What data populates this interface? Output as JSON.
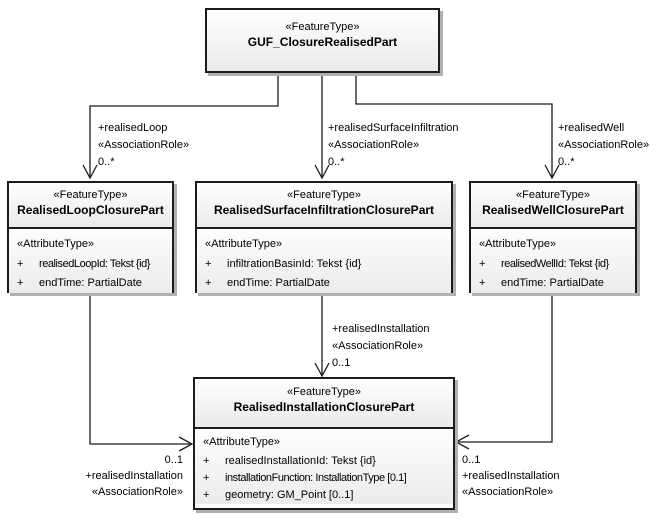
{
  "classes": {
    "guf": {
      "stereotype": "«FeatureType»",
      "name": "GUF_ClosureRealisedPart"
    },
    "loop": {
      "stereotype": "«FeatureType»",
      "name": "RealisedLoopClosurePart",
      "attr_stereotype": "«AttributeType»",
      "attributes": [
        {
          "vis": "+",
          "text": "realisedLoopId: Tekst {id}"
        },
        {
          "vis": "+",
          "text": "endTime: PartialDate"
        }
      ]
    },
    "surface": {
      "stereotype": "«FeatureType»",
      "name": "RealisedSurfaceInfiltrationClosurePart",
      "attr_stereotype": "«AttributeType»",
      "attributes": [
        {
          "vis": "+",
          "text": "infiltrationBasinId: Tekst {id}"
        },
        {
          "vis": "+",
          "text": "endTime: PartialDate"
        }
      ]
    },
    "well": {
      "stereotype": "«FeatureType»",
      "name": "RealisedWellClosurePart",
      "attr_stereotype": "«AttributeType»",
      "attributes": [
        {
          "vis": "+",
          "text": "realisedWellId: Tekst {id}"
        },
        {
          "vis": "+",
          "text": "endTime: PartialDate"
        }
      ]
    },
    "installation": {
      "stereotype": "«FeatureType»",
      "name": "RealisedInstallationClosurePart",
      "attr_stereotype": "«AttributeType»",
      "attributes": [
        {
          "vis": "+",
          "text": "realisedInstallationId: Tekst {id}"
        },
        {
          "vis": "+",
          "text": "installationFunction: InstallationType [0.1]"
        },
        {
          "vis": "+",
          "text": "geometry: GM_Point [0..1]"
        }
      ]
    }
  },
  "connectors": {
    "realisedLoop": {
      "role": "+realisedLoop",
      "stereotype": "«AssociationRole»",
      "multiplicity": "0..*"
    },
    "realisedSurfaceInfiltration": {
      "role": "+realisedSurfaceInfiltration",
      "stereotype": "«AssociationRole»",
      "multiplicity": "0..*"
    },
    "realisedWell": {
      "role": "+realisedWell",
      "stereotype": "«AssociationRole»",
      "multiplicity": "0..*"
    },
    "realisedInstallationCenter": {
      "role": "+realisedInstallation",
      "stereotype": "«AssociationRole»",
      "multiplicity": "0..1"
    },
    "realisedInstallationLeft": {
      "multiplicity": "0..1",
      "role": "+realisedInstallation",
      "stereotype": "«AssociationRole»"
    },
    "realisedInstallationRight": {
      "multiplicity": "0..1",
      "role": "+realisedInstallation",
      "stereotype": "«AssociationRole»"
    }
  },
  "colors": {
    "line": "#1c1c1c",
    "box_border": "#1c1c1c",
    "box_fill_top": "#ffffff",
    "box_fill_bottom": "#eaeaea",
    "shadow": "#b0b0b0",
    "background": "#ffffff"
  }
}
